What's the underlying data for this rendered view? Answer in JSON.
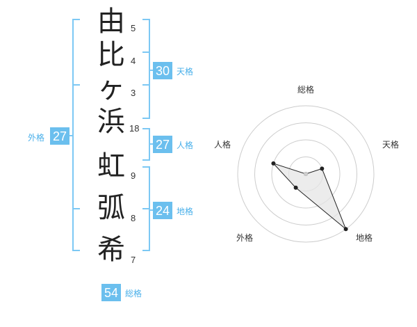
{
  "name": {
    "characters": [
      {
        "char": "由",
        "strokes": "5"
      },
      {
        "char": "比",
        "strokes": "4"
      },
      {
        "char": "ヶ",
        "strokes": "3"
      },
      {
        "char": "浜",
        "strokes": "18"
      },
      {
        "char": "虹",
        "strokes": "9"
      },
      {
        "char": "弧",
        "strokes": "8"
      },
      {
        "char": "希",
        "strokes": "7"
      }
    ]
  },
  "fortunes": {
    "tenkaku": {
      "value": "30",
      "label": "天格"
    },
    "jinkaku": {
      "value": "27",
      "label": "人格"
    },
    "chikaku": {
      "value": "24",
      "label": "地格"
    },
    "gaikaku": {
      "value": "27",
      "label": "外格"
    },
    "soukaku": {
      "value": "54",
      "label": "総格"
    }
  },
  "colors": {
    "accent": "#7cc8f4",
    "badge": "#6bbfee",
    "label": "#4ab0ea",
    "polygon_fill": "#e6e6e6",
    "ring": "#cccccc"
  },
  "chart_data": {
    "type": "radar",
    "axes": [
      "総格",
      "天格",
      "地格",
      "外格",
      "人格"
    ],
    "values": [
      1,
      2,
      5,
      2,
      3
    ],
    "range": [
      0,
      5
    ],
    "grid": true
  }
}
